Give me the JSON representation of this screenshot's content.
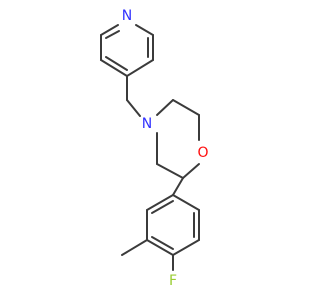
{
  "atoms": {
    "pyridine_n": {
      "label": "N",
      "color": "#3131ff"
    },
    "morpholine_n": {
      "label": "N",
      "color": "#3131ff"
    },
    "morpholine_o": {
      "label": "O",
      "color": "#ff0d0d"
    },
    "fluorine": {
      "label": "F",
      "color": "#9acd32"
    }
  },
  "bond_color": "#3b3b3b"
}
